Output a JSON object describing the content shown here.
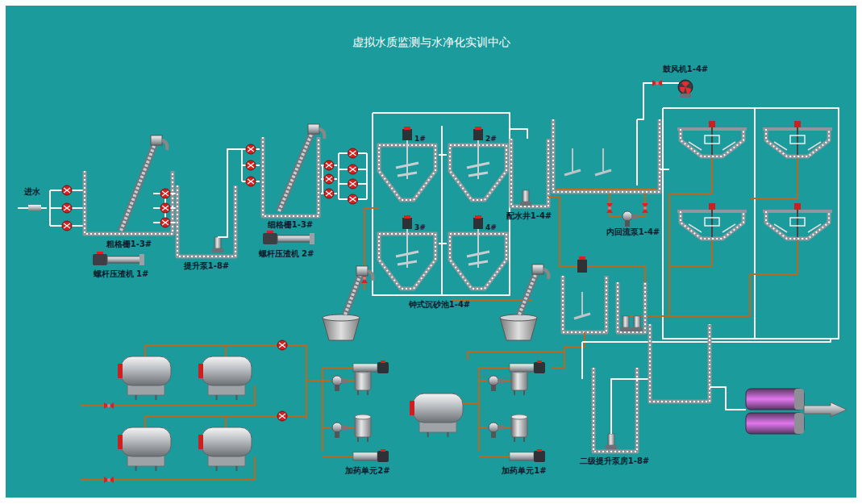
{
  "diagram": {
    "title": "虚拟水质监测与水净化实训中心",
    "nodes": [
      {
        "text": [
          "1#"
        ]
      },
      {
        "text": [
          "2#"
        ]
      },
      {
        "text": [
          "3#"
        ]
      },
      {
        "text": [
          "4#"
        ]
      }
    ],
    "edges": [
      {
        "from": 0,
        "to": 1,
        "arrow": "none"
      },
      {
        "from": 2,
        "to": 3,
        "arrow": "none"
      }
    ],
    "labels": [
      "进水",
      "粗格栅1-3#",
      "螺杆压渣机 1#",
      "提升泵1-8#",
      "细格栅1-3#",
      "螺杆压渣机 2#",
      "钟式沉砂池1-4#",
      "配水井1-4#",
      "鼓风机1-4#",
      "内回流泵1-4#",
      "二级提升泵房1-8#",
      "加药单元2#",
      "加药单元1#"
    ]
  }
}
